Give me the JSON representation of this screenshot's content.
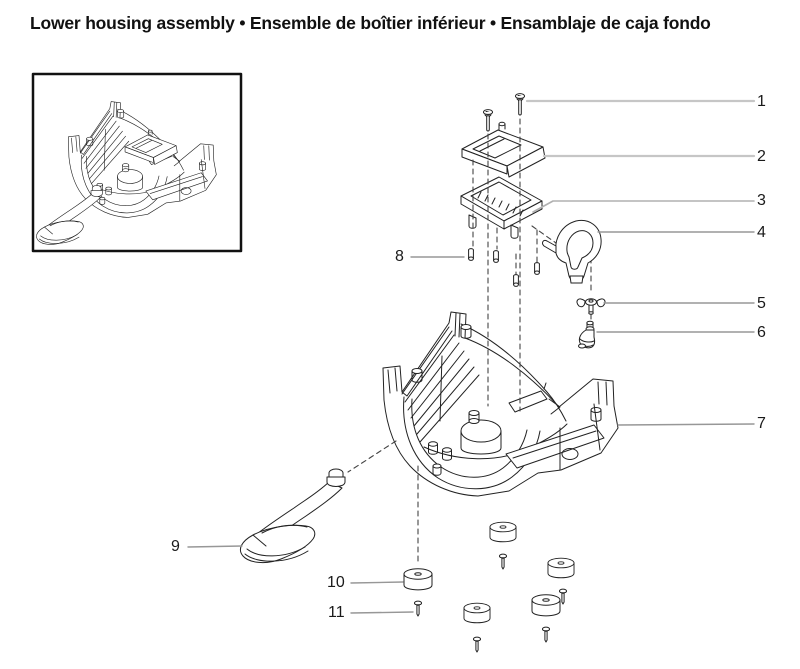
{
  "page": {
    "title": "Lower housing assembly • Ensemble de boîtier inférieur • Ensamblaje de caja fondo"
  },
  "diagram": {
    "callouts": [
      {
        "label": "1"
      },
      {
        "label": "2"
      },
      {
        "label": "3"
      },
      {
        "label": "4"
      },
      {
        "label": "5"
      },
      {
        "label": "6"
      },
      {
        "label": "7"
      },
      {
        "label": "8"
      },
      {
        "label": "9"
      },
      {
        "label": "10"
      },
      {
        "label": "11"
      }
    ]
  }
}
